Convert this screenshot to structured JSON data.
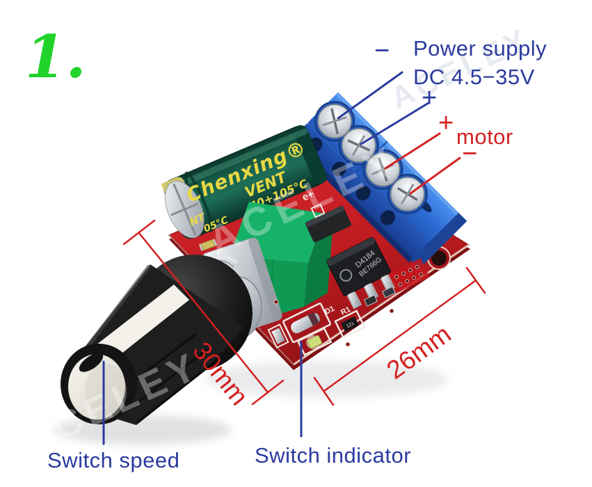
{
  "figure_number": "1.",
  "annotations": {
    "power": {
      "minus": "−",
      "line1": "Power supply",
      "line2": "DC 4.5−35V",
      "plus": "+"
    },
    "motor": {
      "plus": "+",
      "label": "motor",
      "minus": "−"
    },
    "dimensions": {
      "knob_length": "30mm",
      "board_width": "26mm"
    },
    "switch_speed": "Switch speed",
    "switch_indicator": "Switch indicator"
  },
  "module": {
    "capacitor": {
      "brand": "Chenxing®",
      "vent": "VENT",
      "temp": "-40+105°C",
      "frag1": "NT",
      "frag2": "05°C"
    },
    "mosfet": {
      "line1": "D4184",
      "line2": "BE766G"
    },
    "silkscreen": {
      "d1": "D1",
      "r1": "R1",
      "resistor_code": "121",
      "polarity": "e+"
    }
  },
  "watermark": "ACELEY",
  "colors": {
    "annotation_blue": "#2b3a9e",
    "annotation_red": "#d32020",
    "figure_green": "#22d32b",
    "pcb_red": "#c41f24",
    "terminal_blue": "#2b6ad4",
    "capacitor_green": "#175f4b",
    "pot_green": "#0e9a52"
  }
}
